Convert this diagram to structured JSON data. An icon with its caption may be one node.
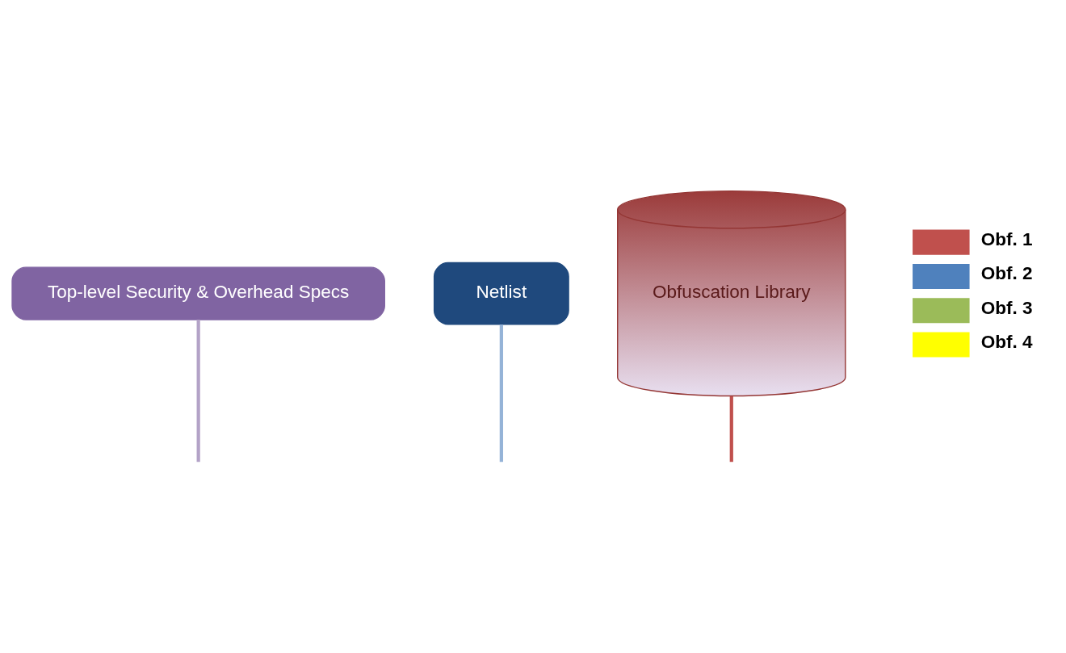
{
  "diagram": {
    "nodes": [
      {
        "text": [
          "Top-level Security & Overhead Specs"
        ]
      },
      {
        "text": [
          "Netlist"
        ]
      },
      {
        "text": [
          "Obfuscation Library"
        ]
      }
    ],
    "edges": [
      {
        "from": 0,
        "to": null,
        "arrow": "none",
        "color": "#b3a2c7"
      },
      {
        "from": 1,
        "to": null,
        "arrow": "none",
        "color": "#95b3d7"
      },
      {
        "from": 2,
        "to": null,
        "arrow": "none",
        "color": "#c0504d"
      }
    ],
    "legend": [
      {
        "text": "Obf. 1",
        "color": "#c0504d"
      },
      {
        "text": "Obf. 2",
        "color": "#4f81bd"
      },
      {
        "text": "Obf. 3",
        "color": "#9bbb59"
      },
      {
        "text": "Obf. 4",
        "color": "#ffff00"
      }
    ]
  }
}
